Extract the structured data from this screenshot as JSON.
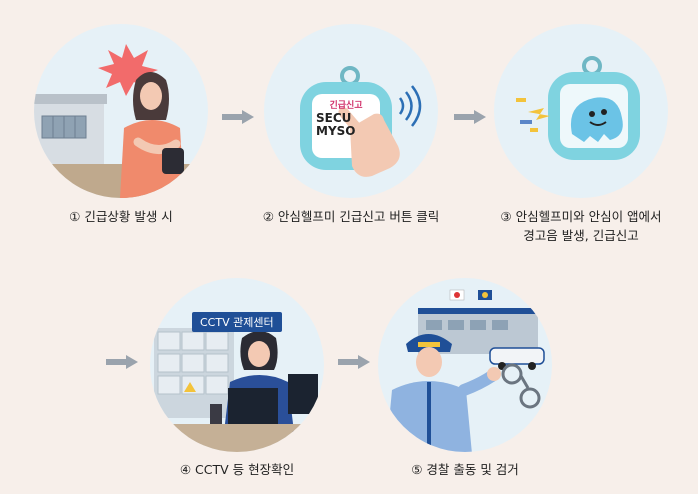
{
  "steps": [
    {
      "id": 1,
      "caption": "① 긴급상황 발생 시"
    },
    {
      "id": 2,
      "caption": "② 안심헬프미 긴급신고 버튼 클릭",
      "device_text_top": "긴급신고",
      "device_text_logo": "SECU MYSO"
    },
    {
      "id": 3,
      "caption_line1": "③ 안심헬프미와 안심이 앱에서",
      "caption_line2": "경고음 발생, 긴급신고"
    },
    {
      "id": 4,
      "caption": "④ CCTV 등 현장확인",
      "label": "CCTV 관제센터"
    },
    {
      "id": 5,
      "caption": "⑤ 경찰 출동 및 검거"
    }
  ],
  "colors": {
    "background": "#f7efea",
    "circle": "#e6f1f7",
    "arrow": "#9aa3ad",
    "accent_blue": "#1f4f97",
    "device_teal": "#7fd3e0"
  },
  "icons": [
    "arrow-right-icon",
    "sound-wave-icon",
    "alarm-burst-icon",
    "handcuffs-icon",
    "korean-flag-icon",
    "police-badge-icon"
  ]
}
